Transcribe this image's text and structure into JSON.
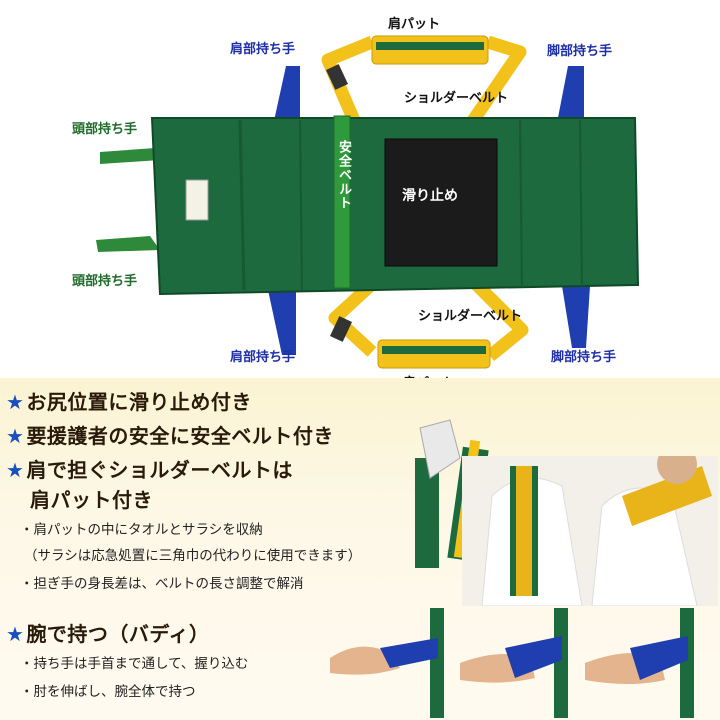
{
  "diagram": {
    "shoulder_pad_top": "肩パット",
    "shoulder_pad_bottom": "肩パット",
    "shoulder_handle_top": "肩部持ち手",
    "shoulder_handle_bottom": "肩部持ち手",
    "leg_handle_top": "脚部持ち手",
    "leg_handle_bottom": "脚部持ち手",
    "head_handle_top": "頭部持ち手",
    "head_handle_bottom": "頭部持ち手",
    "shoulder_belt_top": "ショルダーベルト",
    "shoulder_belt_bottom": "ショルダーベルト",
    "safety_belt": "安全ベルト",
    "anti_slip": "滑り止め"
  },
  "features": {
    "star": "★",
    "item1": "お尻位置に滑り止め付き",
    "item2": "要援護者の安全に安全ベルト付き",
    "item3_line1": "肩で担ぐショルダーベルトは",
    "item3_line2": "肩パット付き",
    "note3a": "・肩パットの中にタオルとサラシを収納",
    "note3b": "（サラシは応急処置に三角巾の代わりに使用できます）",
    "note3c": "・担ぎ手の身長差は、ベルトの長さ調整で解消",
    "item4": "腕で持つ（バディ）",
    "note4a": "・持ち手は手首まで通して、握り込む",
    "note4b": "・肘を伸ばし、腕全体で持つ"
  },
  "colors": {
    "mat_green": "#1c6a3e",
    "belt_yellow": "#f2c21b",
    "handle_blue": "#1f3fb0",
    "handle_green": "#2e8a3a",
    "star_blue": "#1a4fbf"
  }
}
